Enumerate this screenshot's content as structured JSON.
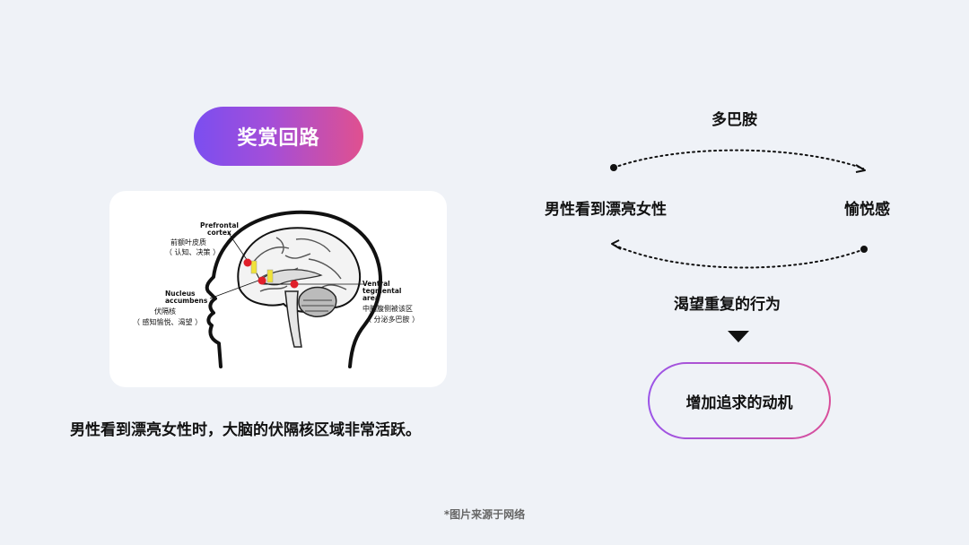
{
  "slide": {
    "badge_title": "奖赏回路",
    "caption": "男性看到漂亮女性时，大脑的伏隔核区域非常活跃。",
    "footnote": "*图片来源于网络"
  },
  "brain_diagram": {
    "prefrontal_en": "Prefrontal",
    "prefrontal_en2": "cortex",
    "prefrontal_cn": "前额叶皮质",
    "prefrontal_cn2": "（ 认知、决策 ）",
    "nucleus_en": "Nucleus",
    "nucleus_en2": "accumbens",
    "nucleus_cn": "伏隔核",
    "nucleus_cn2": "（ 感知愉悦、渴望 ）",
    "vta_en": "Ventral",
    "vta_en2": "tegmental",
    "vta_en3": "area",
    "vta_cn": "中脑腹侧被该区",
    "vta_cn2": "（ 分泌多巴胺 ）"
  },
  "cycle": {
    "top_label": "多巴胺",
    "left_label": "男性看到漂亮女性",
    "right_label": "愉悦感",
    "bottom_label": "渴望重复的行为",
    "result_label": "增加追求的动机"
  },
  "colors": {
    "gradient_start": "#7b4ef0",
    "gradient_end": "#e0508f",
    "background": "#eff2f7"
  }
}
